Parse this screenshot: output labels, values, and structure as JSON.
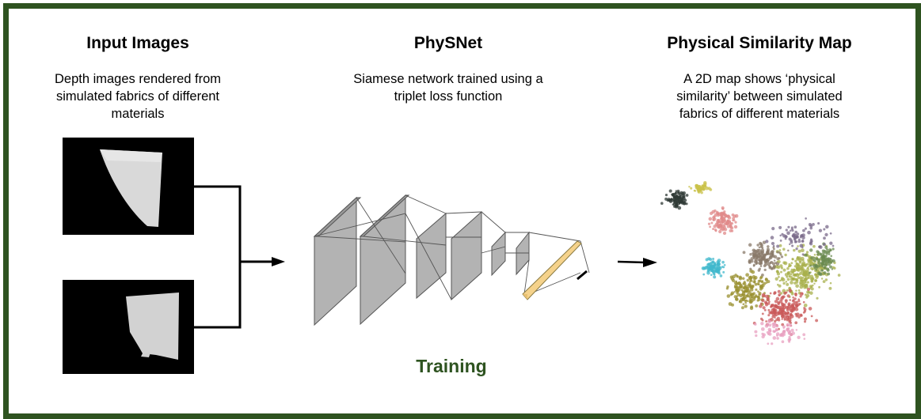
{
  "colors": {
    "border": "#2e5320",
    "training": "#2e5320",
    "layer_fill": "#b3b3b3",
    "embedding_fill": "#f5d28b",
    "image_bg": "#000000",
    "fabric": "#d8d8d8"
  },
  "input": {
    "title": "Input Images",
    "description_lines": [
      "Depth images rendered from",
      "simulated fabrics of different",
      "materials"
    ]
  },
  "physnet": {
    "title": "PhySNet",
    "description_lines": [
      "Siamese network trained using a",
      "triplet loss function"
    ]
  },
  "map": {
    "title": "Physical Similarity Map",
    "description_lines": [
      "A 2D map shows ‘physical",
      "similarity’ between simulated",
      "fabrics of different materials"
    ]
  },
  "training_label": "Training",
  "cluster_colors": [
    "#2f3a36",
    "#c9c24a",
    "#e08a8a",
    "#40b8cc",
    "#9a9030",
    "#a8b04c",
    "#c95a5a",
    "#8a7a6a",
    "#e8a0c0",
    "#6a8a50",
    "#7a6a8a"
  ]
}
